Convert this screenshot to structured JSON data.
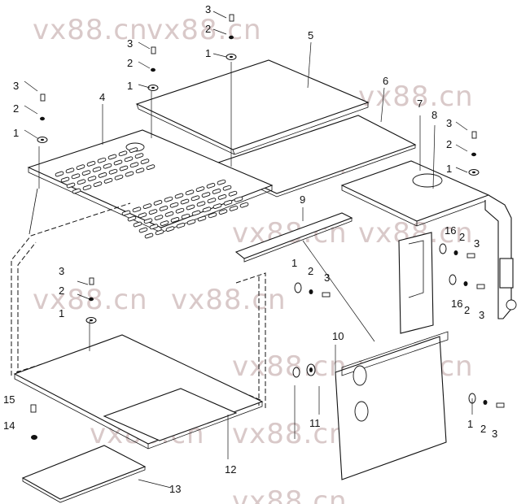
{
  "watermark": {
    "text": "vx88.cn",
    "color": "#d9c9c9"
  },
  "callouts": [
    {
      "id": "c1",
      "text": "3"
    },
    {
      "id": "c2",
      "text": "2"
    },
    {
      "id": "c3",
      "text": "1"
    },
    {
      "id": "c4",
      "text": "5"
    },
    {
      "id": "c5",
      "text": "3"
    },
    {
      "id": "c6",
      "text": "2"
    },
    {
      "id": "c7",
      "text": "1"
    },
    {
      "id": "c8",
      "text": "3"
    },
    {
      "id": "c9",
      "text": "2"
    },
    {
      "id": "c10",
      "text": "1"
    },
    {
      "id": "c11",
      "text": "4"
    },
    {
      "id": "c12",
      "text": "6"
    },
    {
      "id": "c13",
      "text": "7"
    },
    {
      "id": "c14",
      "text": "8"
    },
    {
      "id": "c15",
      "text": "3"
    },
    {
      "id": "c16",
      "text": "2"
    },
    {
      "id": "c17",
      "text": "1"
    },
    {
      "id": "c18",
      "text": "9"
    },
    {
      "id": "c19",
      "text": "16"
    },
    {
      "id": "c20",
      "text": "2"
    },
    {
      "id": "c21",
      "text": "3"
    },
    {
      "id": "c22",
      "text": "16"
    },
    {
      "id": "c23",
      "text": "2"
    },
    {
      "id": "c24",
      "text": "3"
    },
    {
      "id": "c25",
      "text": "1"
    },
    {
      "id": "c26",
      "text": "2"
    },
    {
      "id": "c27",
      "text": "3"
    },
    {
      "id": "c28",
      "text": "3"
    },
    {
      "id": "c29",
      "text": "2"
    },
    {
      "id": "c30",
      "text": "1"
    },
    {
      "id": "c31",
      "text": "10"
    },
    {
      "id": "c32",
      "text": "11"
    },
    {
      "id": "c33",
      "text": "1"
    },
    {
      "id": "c34",
      "text": "2"
    },
    {
      "id": "c35",
      "text": "3"
    },
    {
      "id": "c36",
      "text": "15"
    },
    {
      "id": "c37",
      "text": "14"
    },
    {
      "id": "c38",
      "text": "12"
    },
    {
      "id": "c39",
      "text": "13"
    }
  ]
}
